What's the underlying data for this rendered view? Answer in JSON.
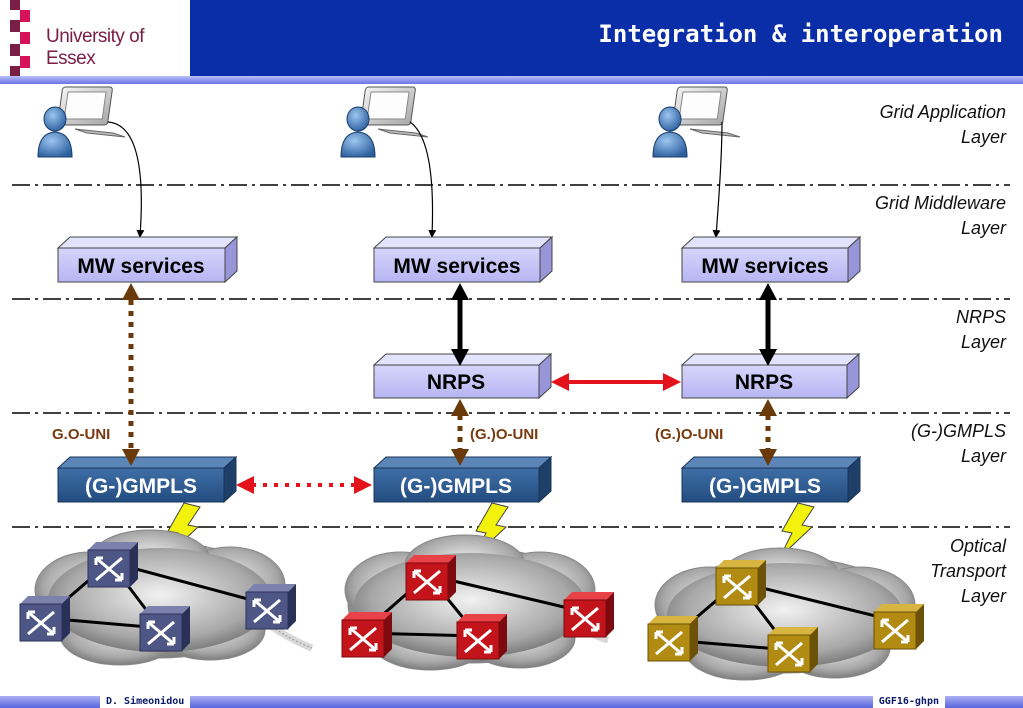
{
  "header": {
    "logo_text": "University of Essex",
    "title": "Integration & interoperation"
  },
  "layers": [
    {
      "line1": "Grid Application",
      "line2": "Layer"
    },
    {
      "line1": "Grid Middleware",
      "line2": "Layer"
    },
    {
      "line1": "NRPS",
      "line2": "Layer"
    },
    {
      "line1": "(G-)GMPLS",
      "line2": "Layer"
    },
    {
      "line1": "Optical",
      "line2": "Transport",
      "line3": "Layer"
    }
  ],
  "boxes": {
    "mw1": "MW services",
    "mw2": "MW services",
    "mw3": "MW services",
    "nrps2": "NRPS",
    "nrps3": "NRPS",
    "gmpls1": "(G-)GMPLS",
    "gmpls2": "(G-)GMPLS",
    "gmpls3": "(G-)GMPLS"
  },
  "interfaces": {
    "left": "G.O-UNI",
    "middle": "(G.)O-UNI",
    "right": "(G.)O-UNI"
  },
  "footer": {
    "author": "D. Simeonidou",
    "event": "GGF16-ghpn"
  },
  "colors": {
    "header_blue": "#0a2ea8",
    "mw_box": "#c9c8f7",
    "gmpls_box": "#2e5c92",
    "switch_blue": "#4d5685",
    "switch_red": "#c4141b",
    "switch_gold": "#b28c12",
    "arrow_red": "#e3121b",
    "arrow_brown": "#6b3a0a",
    "bolt_yellow": "#f2f20c"
  }
}
